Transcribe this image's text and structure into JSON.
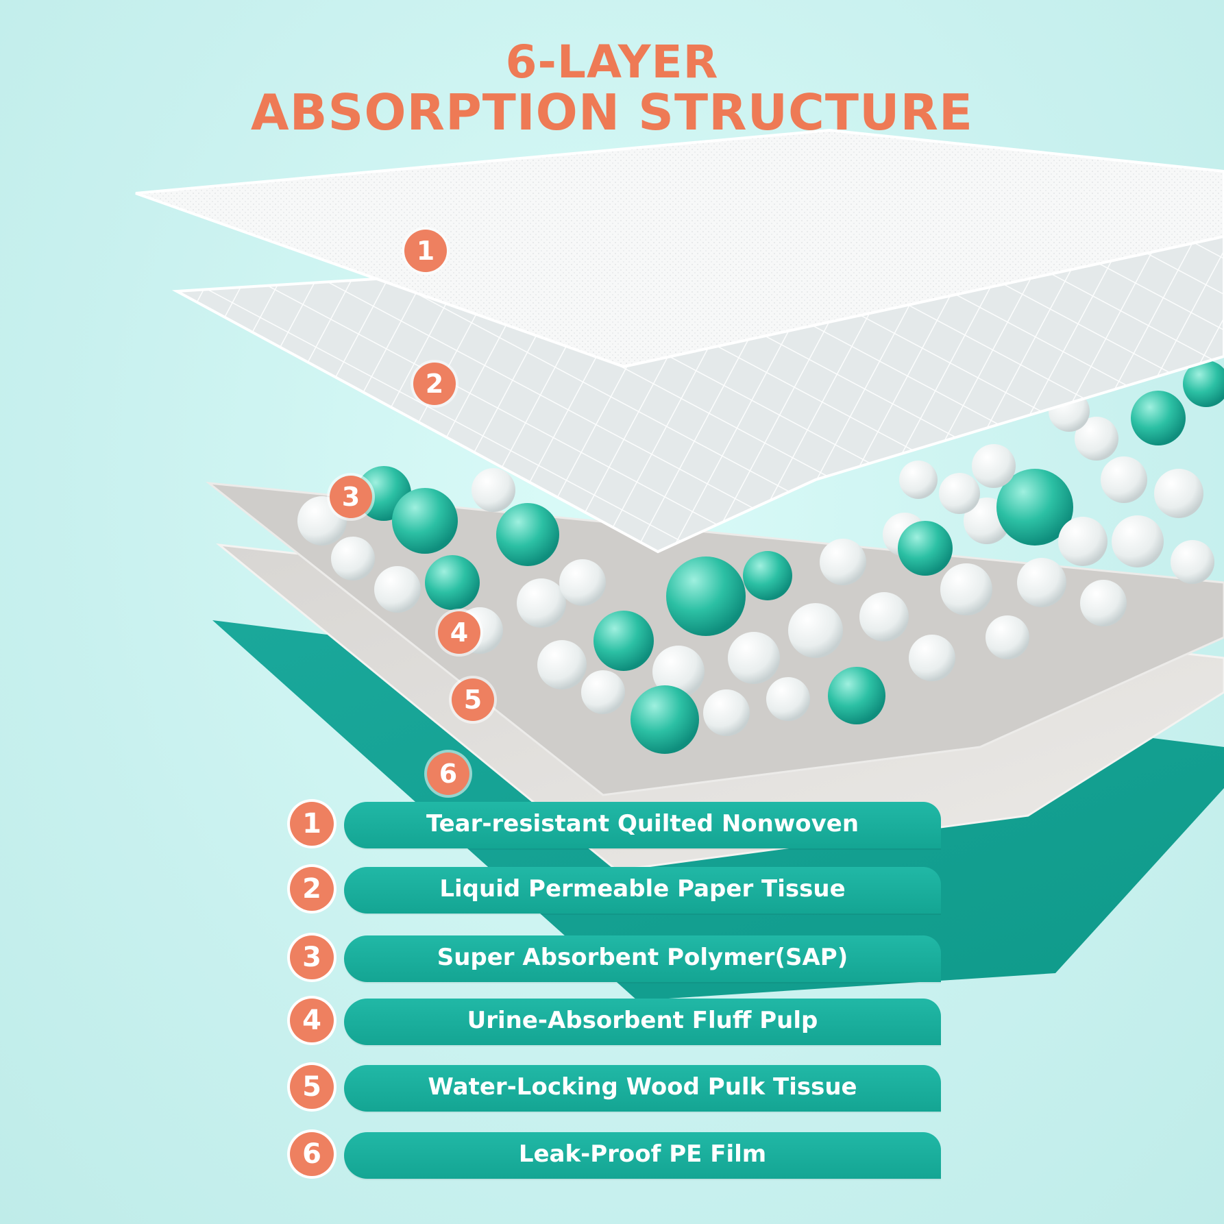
{
  "title": {
    "line1": "6-LAYER",
    "line2": "ABSORPTION STRUCTURE"
  },
  "colors": {
    "accent_orange": "#ee7a55",
    "badge_orange": "#ee8060",
    "teal": "#1aaf9c",
    "background": "#cdf3f1"
  },
  "diagram_markers": [
    "1",
    "2",
    "3",
    "4",
    "5",
    "6"
  ],
  "legend": [
    {
      "number": "1",
      "label": "Tear-resistant Quilted Nonwoven"
    },
    {
      "number": "2",
      "label": "Liquid Permeable Paper Tissue"
    },
    {
      "number": "3",
      "label": "Super Absorbent Polymer(SAP)"
    },
    {
      "number": "4",
      "label": "Urine-Absorbent Fluff Pulp"
    },
    {
      "number": "5",
      "label": "Water-Locking Wood Pulk Tissue"
    },
    {
      "number": "6",
      "label": "Leak-Proof PE Film"
    }
  ]
}
